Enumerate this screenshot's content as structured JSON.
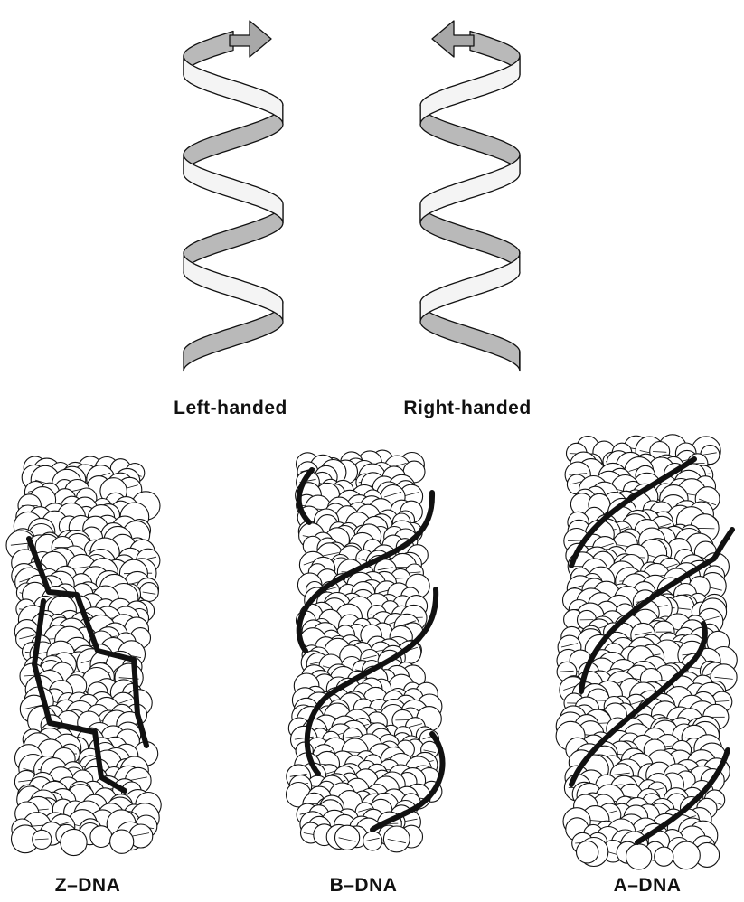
{
  "labels": {
    "left_handed": "Left-handed",
    "right_handed": "Right-handed",
    "z_dna": "Z–DNA",
    "b_dna": "B–DNA",
    "a_dna": "A–DNA"
  },
  "colors": {
    "ribbon_front": "#f4f4f4",
    "ribbon_back": "#b9b9b9",
    "arrow": "#a8a8a8",
    "atom_fill": "#ffffff",
    "outline": "#111111"
  }
}
